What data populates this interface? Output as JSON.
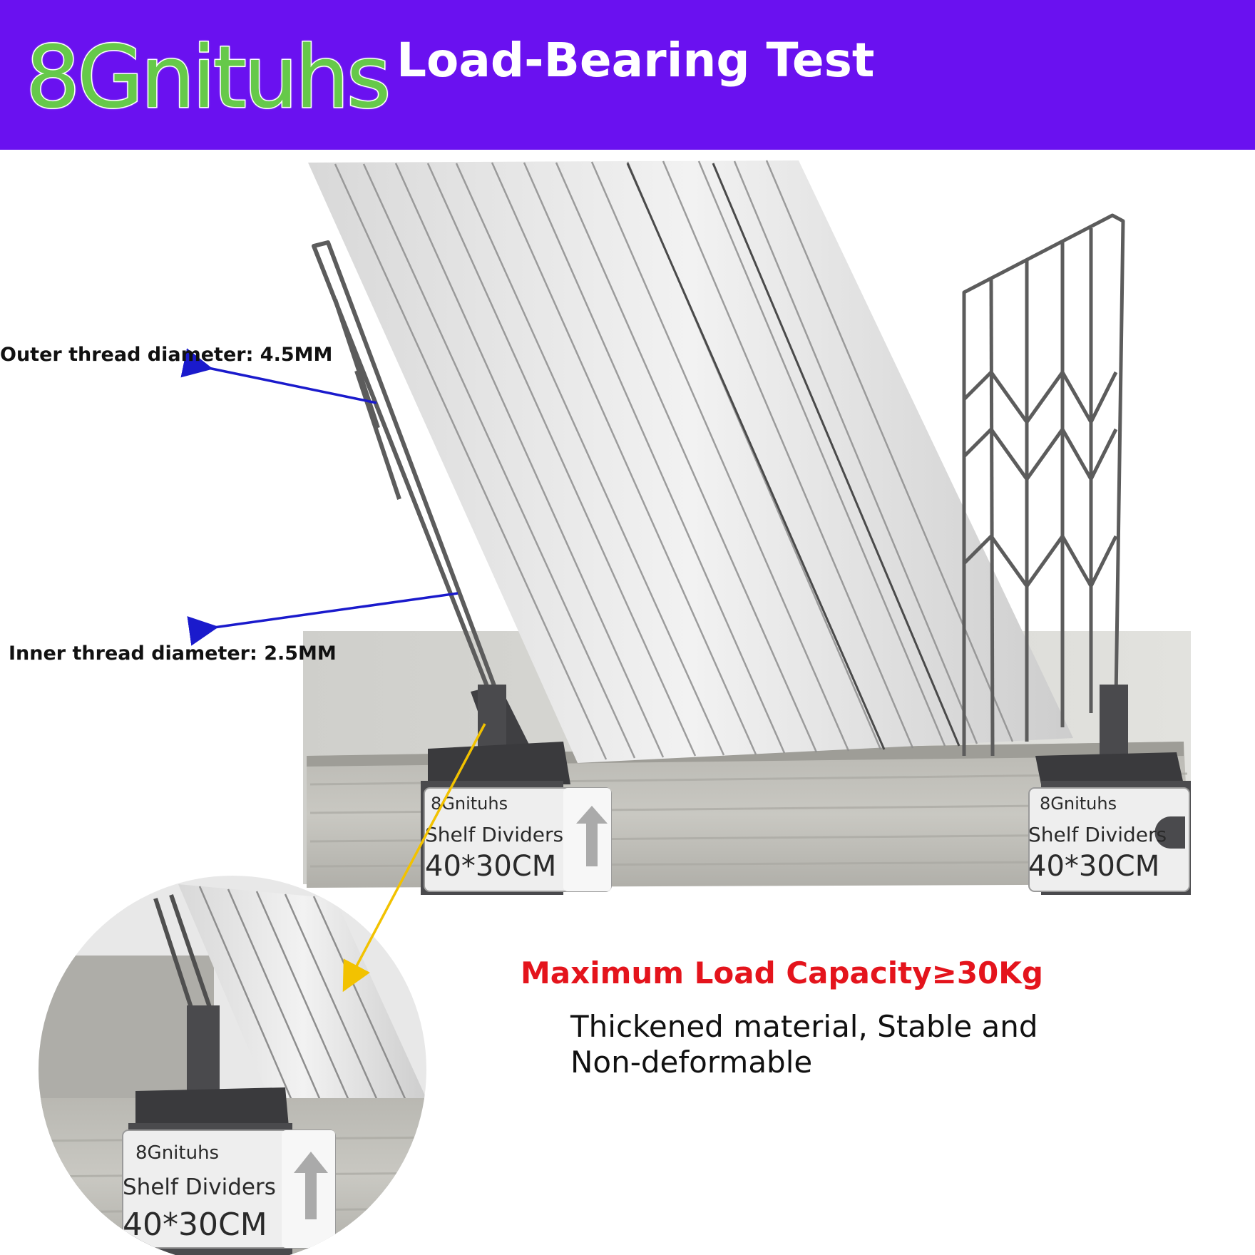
{
  "header": {
    "brand": "8Gnituhs",
    "title": "Load-Bearing Test"
  },
  "callouts": {
    "outer": "Outer thread diameter: 4.5MM",
    "inner": "Inner thread diameter: 2.5MM"
  },
  "product_tag": {
    "brand": "8Gnituhs",
    "name": "Shelf Dividers",
    "size": "40*30CM"
  },
  "capacity": "Maximum Load Capacity≥30Kg",
  "feature": "Thickened material, Stable and Non-deformable",
  "colors": {
    "banner": "#6a11f0",
    "brand_fill": "#66c94a",
    "capacity_text": "#e4141c",
    "arrow_blue": "#1a1acc",
    "arrow_yellow": "#f2c200"
  }
}
